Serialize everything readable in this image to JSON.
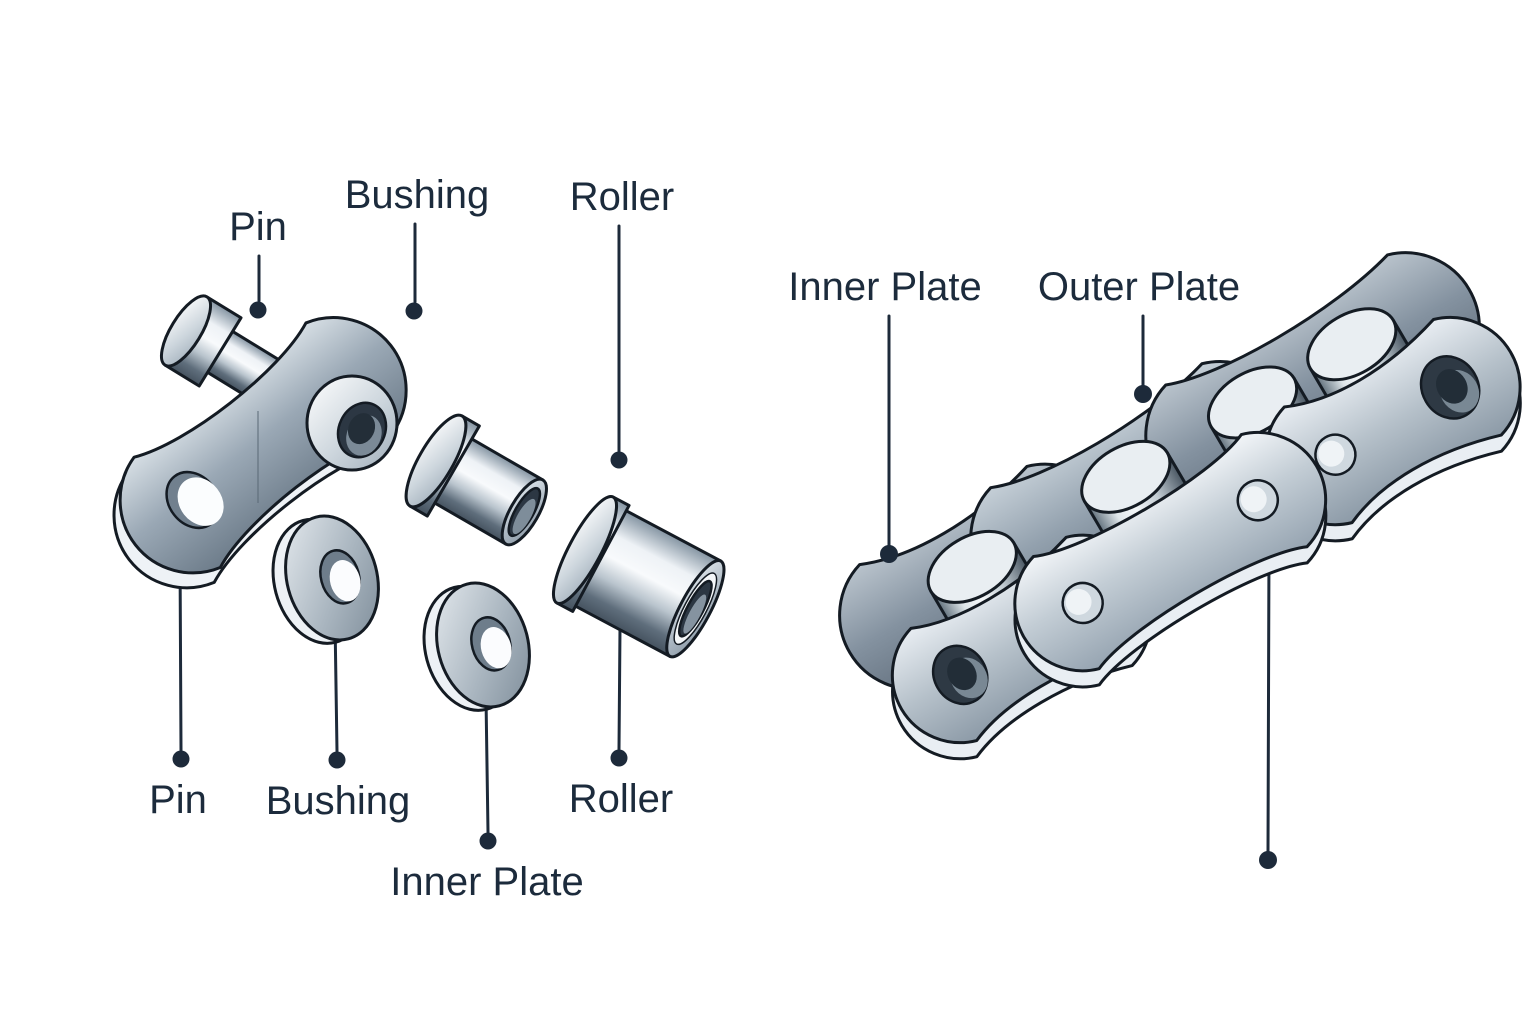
{
  "figure": {
    "type": "technical-diagram",
    "subject": "Roller chain components: exploded view and assembled chain",
    "background": "#ffffff",
    "colors": {
      "label_text": "#1c2b3c",
      "leader_line": "#1d2a3a",
      "outline": "#141b23",
      "metal_light": "#f4f7f9",
      "metal_mid": "#9fadb9",
      "metal_dark": "#45525f"
    }
  },
  "exploded_view": {
    "labels": {
      "pin_top": "Pin",
      "bushing_top": "Bushing",
      "roller_top": "Roller",
      "pin_bottom": "Pin",
      "bushing_bottom": "Bushing",
      "roller_bottom": "Roller",
      "inner_plate_bottom": "Inner Plate"
    },
    "parts": [
      "Pin",
      "Bushing",
      "Roller",
      "Inner Plate",
      "Outer Plate"
    ]
  },
  "assembled_view": {
    "labels": {
      "inner_plate": "Inner Plate",
      "outer_plate": "Outer Plate"
    }
  }
}
